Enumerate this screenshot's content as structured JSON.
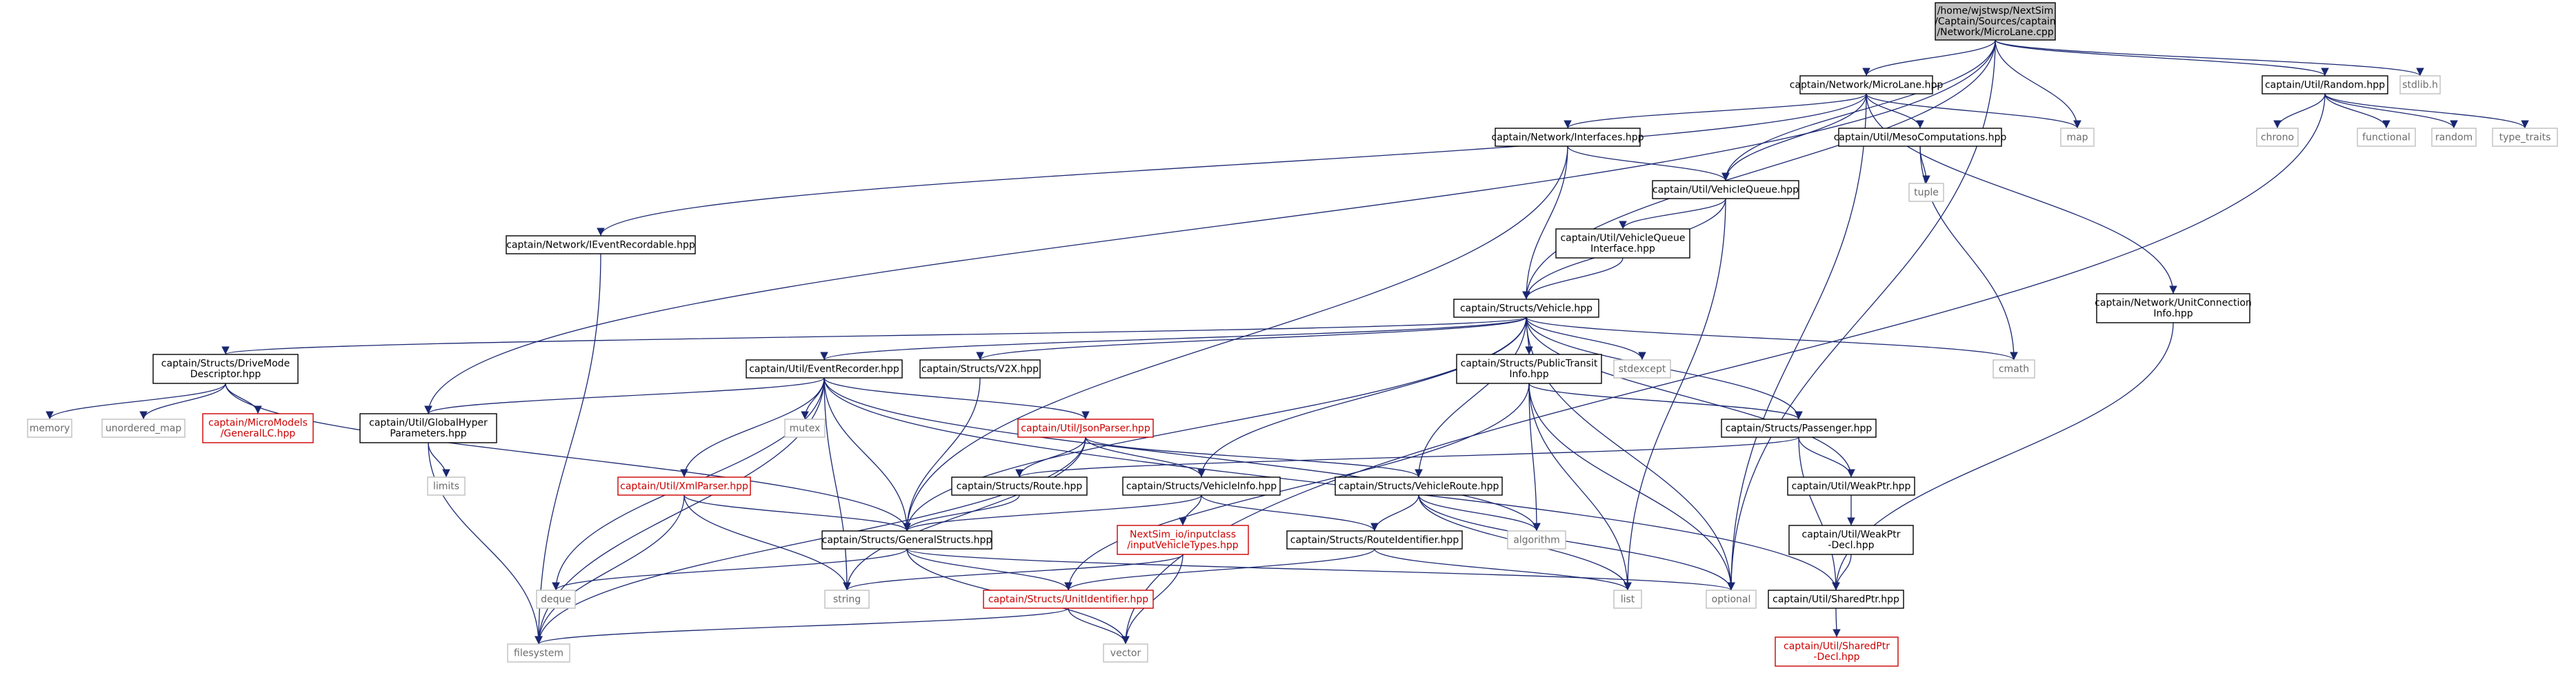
{
  "graph": {
    "colors": {
      "edge": "#1a2770",
      "node_border_internal": "#000000",
      "node_border_external": "#bfbfbf",
      "node_border_truncated": "#cc0000",
      "root_fill": "#bfbfbf",
      "node_fill": "#ffffff"
    },
    "nodes": [
      {
        "id": "root",
        "lines": [
          "/home/wjstwsp/NextSim",
          "/Captain/Sources/captain",
          "/Network/MicroLane.cpp"
        ],
        "kind": "root"
      },
      {
        "id": "microlane_hpp",
        "lines": [
          "captain/Network/MicroLane.hpp"
        ],
        "kind": "internal"
      },
      {
        "id": "random_hpp",
        "lines": [
          "captain/Util/Random.hpp"
        ],
        "kind": "internal"
      },
      {
        "id": "stdlib_h",
        "lines": [
          "stdlib.h"
        ],
        "kind": "external"
      },
      {
        "id": "interfaces_hpp",
        "lines": [
          "captain/Network/Interfaces.hpp"
        ],
        "kind": "internal"
      },
      {
        "id": "meso_hpp",
        "lines": [
          "captain/Util/MesoComputations.hpp"
        ],
        "kind": "internal"
      },
      {
        "id": "map",
        "lines": [
          "map"
        ],
        "kind": "external"
      },
      {
        "id": "chrono",
        "lines": [
          "chrono"
        ],
        "kind": "external"
      },
      {
        "id": "functional",
        "lines": [
          "functional"
        ],
        "kind": "external"
      },
      {
        "id": "random",
        "lines": [
          "random"
        ],
        "kind": "external"
      },
      {
        "id": "type_traits",
        "lines": [
          "type_traits"
        ],
        "kind": "external"
      },
      {
        "id": "tuple",
        "lines": [
          "tuple"
        ],
        "kind": "external"
      },
      {
        "id": "vehiclequeue_hpp",
        "lines": [
          "captain/Util/VehicleQueue.hpp"
        ],
        "kind": "internal"
      },
      {
        "id": "ieventrecordable_hpp",
        "lines": [
          "captain/Network/IEventRecordable.hpp"
        ],
        "kind": "internal"
      },
      {
        "id": "vqinterface_hpp",
        "lines": [
          "captain/Util/VehicleQueue",
          "Interface.hpp"
        ],
        "kind": "internal"
      },
      {
        "id": "unitconn_hpp",
        "lines": [
          "captain/Network/UnitConnection",
          "Info.hpp"
        ],
        "kind": "internal"
      },
      {
        "id": "vehicle_hpp",
        "lines": [
          "captain/Structs/Vehicle.hpp"
        ],
        "kind": "internal"
      },
      {
        "id": "drivemode_hpp",
        "lines": [
          "captain/Structs/DriveMode",
          "Descriptor.hpp"
        ],
        "kind": "internal"
      },
      {
        "id": "eventrecorder_hpp",
        "lines": [
          "captain/Util/EventRecorder.hpp"
        ],
        "kind": "internal"
      },
      {
        "id": "v2x_hpp",
        "lines": [
          "captain/Structs/V2X.hpp"
        ],
        "kind": "internal"
      },
      {
        "id": "publictransit_hpp",
        "lines": [
          "captain/Structs/PublicTransit",
          "Info.hpp"
        ],
        "kind": "internal"
      },
      {
        "id": "stdexcept",
        "lines": [
          "stdexcept"
        ],
        "kind": "external"
      },
      {
        "id": "cmath",
        "lines": [
          "cmath"
        ],
        "kind": "external"
      },
      {
        "id": "memory",
        "lines": [
          "memory"
        ],
        "kind": "external"
      },
      {
        "id": "unordered_map",
        "lines": [
          "unordered_map"
        ],
        "kind": "external"
      },
      {
        "id": "generallc_hpp",
        "lines": [
          "captain/MicroModels",
          "/GeneralLC.hpp"
        ],
        "kind": "truncated"
      },
      {
        "id": "globalhyper_hpp",
        "lines": [
          "captain/Util/GlobalHyper",
          "Parameters.hpp"
        ],
        "kind": "internal"
      },
      {
        "id": "mutex",
        "lines": [
          "mutex"
        ],
        "kind": "external"
      },
      {
        "id": "jsonparser_hpp",
        "lines": [
          "captain/Util/JsonParser.hpp"
        ],
        "kind": "truncated"
      },
      {
        "id": "passenger_hpp",
        "lines": [
          "captain/Structs/Passenger.hpp"
        ],
        "kind": "internal"
      },
      {
        "id": "limits",
        "lines": [
          "limits"
        ],
        "kind": "external"
      },
      {
        "id": "xmlparser_hpp",
        "lines": [
          "captain/Util/XmlParser.hpp"
        ],
        "kind": "truncated"
      },
      {
        "id": "route_hpp",
        "lines": [
          "captain/Structs/Route.hpp"
        ],
        "kind": "internal"
      },
      {
        "id": "vehicleinfo_hpp",
        "lines": [
          "captain/Structs/VehicleInfo.hpp"
        ],
        "kind": "internal"
      },
      {
        "id": "vehicleroute_hpp",
        "lines": [
          "captain/Structs/VehicleRoute.hpp"
        ],
        "kind": "internal"
      },
      {
        "id": "weakptr_hpp",
        "lines": [
          "captain/Util/WeakPtr.hpp"
        ],
        "kind": "internal"
      },
      {
        "id": "generalstructs_hpp",
        "lines": [
          "captain/Structs/GeneralStructs.hpp"
        ],
        "kind": "internal"
      },
      {
        "id": "nextsim_io_hpp",
        "lines": [
          "NextSim_io/inputclass",
          "/inputVehicleTypes.hpp"
        ],
        "kind": "truncated"
      },
      {
        "id": "routeidentifier_hpp",
        "lines": [
          "captain/Structs/RouteIdentifier.hpp"
        ],
        "kind": "internal"
      },
      {
        "id": "algorithm",
        "lines": [
          "algorithm"
        ],
        "kind": "external"
      },
      {
        "id": "weakptr_decl_hpp",
        "lines": [
          "captain/Util/WeakPtr",
          "-Decl.hpp"
        ],
        "kind": "internal"
      },
      {
        "id": "deque",
        "lines": [
          "deque"
        ],
        "kind": "external"
      },
      {
        "id": "string",
        "lines": [
          "string"
        ],
        "kind": "external"
      },
      {
        "id": "unitidentifier_hpp",
        "lines": [
          "captain/Structs/UnitIdentifier.hpp"
        ],
        "kind": "truncated"
      },
      {
        "id": "list",
        "lines": [
          "list"
        ],
        "kind": "external"
      },
      {
        "id": "optional",
        "lines": [
          "optional"
        ],
        "kind": "external"
      },
      {
        "id": "sharedptr_hpp",
        "lines": [
          "captain/Util/SharedPtr.hpp"
        ],
        "kind": "internal"
      },
      {
        "id": "filesystem",
        "lines": [
          "filesystem"
        ],
        "kind": "external"
      },
      {
        "id": "vector",
        "lines": [
          "vector"
        ],
        "kind": "external"
      },
      {
        "id": "sharedptr_decl_hpp",
        "lines": [
          "captain/Util/SharedPtr",
          "-Decl.hpp"
        ],
        "kind": "truncated"
      }
    ],
    "edges": [
      [
        "root",
        "microlane_hpp"
      ],
      [
        "root",
        "random_hpp"
      ],
      [
        "root",
        "stdlib_h"
      ],
      [
        "root",
        "map"
      ],
      [
        "root",
        "vehiclequeue_hpp"
      ],
      [
        "root",
        "vehicle_hpp"
      ],
      [
        "root",
        "globalhyper_hpp"
      ],
      [
        "root",
        "optional"
      ],
      [
        "microlane_hpp",
        "interfaces_hpp"
      ],
      [
        "microlane_hpp",
        "meso_hpp"
      ],
      [
        "microlane_hpp",
        "map"
      ],
      [
        "microlane_hpp",
        "vehiclequeue_hpp"
      ],
      [
        "microlane_hpp",
        "ieventrecordable_hpp"
      ],
      [
        "microlane_hpp",
        "unitconn_hpp"
      ],
      [
        "microlane_hpp",
        "optional"
      ],
      [
        "random_hpp",
        "chrono"
      ],
      [
        "random_hpp",
        "functional"
      ],
      [
        "random_hpp",
        "random"
      ],
      [
        "random_hpp",
        "type_traits"
      ],
      [
        "random_hpp",
        "vector"
      ],
      [
        "interfaces_hpp",
        "vehiclequeue_hpp"
      ],
      [
        "interfaces_hpp",
        "vehicle_hpp"
      ],
      [
        "interfaces_hpp",
        "generalstructs_hpp"
      ],
      [
        "meso_hpp",
        "tuple"
      ],
      [
        "meso_hpp",
        "cmath"
      ],
      [
        "vehiclequeue_hpp",
        "vqinterface_hpp"
      ],
      [
        "vehiclequeue_hpp",
        "vehicle_hpp"
      ],
      [
        "vehiclequeue_hpp",
        "list"
      ],
      [
        "vqinterface_hpp",
        "vehicle_hpp"
      ],
      [
        "ieventrecordable_hpp",
        "filesystem"
      ],
      [
        "unitconn_hpp",
        "sharedptr_hpp"
      ],
      [
        "vehicle_hpp",
        "drivemode_hpp"
      ],
      [
        "vehicle_hpp",
        "eventrecorder_hpp"
      ],
      [
        "vehicle_hpp",
        "v2x_hpp"
      ],
      [
        "vehicle_hpp",
        "publictransit_hpp"
      ],
      [
        "vehicle_hpp",
        "stdexcept"
      ],
      [
        "vehicle_hpp",
        "cmath"
      ],
      [
        "vehicle_hpp",
        "passenger_hpp"
      ],
      [
        "vehicle_hpp",
        "weakptr_hpp"
      ],
      [
        "vehicle_hpp",
        "vehicleinfo_hpp"
      ],
      [
        "vehicle_hpp",
        "vehicleroute_hpp"
      ],
      [
        "vehicle_hpp",
        "generalstructs_hpp"
      ],
      [
        "vehicle_hpp",
        "optional"
      ],
      [
        "drivemode_hpp",
        "memory"
      ],
      [
        "drivemode_hpp",
        "unordered_map"
      ],
      [
        "drivemode_hpp",
        "generallc_hpp"
      ],
      [
        "drivemode_hpp",
        "generalstructs_hpp"
      ],
      [
        "eventrecorder_hpp",
        "globalhyper_hpp"
      ],
      [
        "eventrecorder_hpp",
        "mutex"
      ],
      [
        "eventrecorder_hpp",
        "jsonparser_hpp"
      ],
      [
        "eventrecorder_hpp",
        "xmlparser_hpp"
      ],
      [
        "eventrecorder_hpp",
        "generalstructs_hpp"
      ],
      [
        "eventrecorder_hpp",
        "deque"
      ],
      [
        "eventrecorder_hpp",
        "string"
      ],
      [
        "eventrecorder_hpp",
        "filesystem"
      ],
      [
        "eventrecorder_hpp",
        "algorithm"
      ],
      [
        "eventrecorder_hpp",
        "sharedptr_hpp"
      ],
      [
        "v2x_hpp",
        "generalstructs_hpp"
      ],
      [
        "publictransit_hpp",
        "passenger_hpp"
      ],
      [
        "publictransit_hpp",
        "algorithm"
      ],
      [
        "publictransit_hpp",
        "list"
      ],
      [
        "publictransit_hpp",
        "optional"
      ],
      [
        "publictransit_hpp",
        "unitidentifier_hpp"
      ],
      [
        "globalhyper_hpp",
        "limits"
      ],
      [
        "globalhyper_hpp",
        "filesystem"
      ],
      [
        "jsonparser_hpp",
        "route_hpp"
      ],
      [
        "jsonparser_hpp",
        "vehicleinfo_hpp"
      ],
      [
        "jsonparser_hpp",
        "vehicleroute_hpp"
      ],
      [
        "jsonparser_hpp",
        "filesystem"
      ],
      [
        "jsonparser_hpp",
        "string"
      ],
      [
        "passenger_hpp",
        "route_hpp"
      ],
      [
        "passenger_hpp",
        "weakptr_hpp"
      ],
      [
        "passenger_hpp",
        "sharedptr_hpp"
      ],
      [
        "xmlparser_hpp",
        "generalstructs_hpp"
      ],
      [
        "xmlparser_hpp",
        "string"
      ],
      [
        "xmlparser_hpp",
        "filesystem"
      ],
      [
        "route_hpp",
        "generalstructs_hpp"
      ],
      [
        "vehicleinfo_hpp",
        "generalstructs_hpp"
      ],
      [
        "vehicleinfo_hpp",
        "nextsim_io_hpp"
      ],
      [
        "vehicleinfo_hpp",
        "routeidentifier_hpp"
      ],
      [
        "vehicleroute_hpp",
        "routeidentifier_hpp"
      ],
      [
        "vehicleroute_hpp",
        "algorithm"
      ],
      [
        "vehicleroute_hpp",
        "list"
      ],
      [
        "vehicleroute_hpp",
        "optional"
      ],
      [
        "weakptr_hpp",
        "weakptr_decl_hpp"
      ],
      [
        "weakptr_decl_hpp",
        "sharedptr_hpp"
      ],
      [
        "generalstructs_hpp",
        "deque"
      ],
      [
        "generalstructs_hpp",
        "unitidentifier_hpp"
      ],
      [
        "generalstructs_hpp",
        "vector"
      ],
      [
        "generalstructs_hpp",
        "optional"
      ],
      [
        "nextsim_io_hpp",
        "string"
      ],
      [
        "nextsim_io_hpp",
        "vector"
      ],
      [
        "routeidentifier_hpp",
        "unitidentifier_hpp"
      ],
      [
        "routeidentifier_hpp",
        "list"
      ],
      [
        "unitidentifier_hpp",
        "filesystem"
      ],
      [
        "unitidentifier_hpp",
        "vector"
      ],
      [
        "sharedptr_hpp",
        "sharedptr_decl_hpp"
      ]
    ]
  }
}
